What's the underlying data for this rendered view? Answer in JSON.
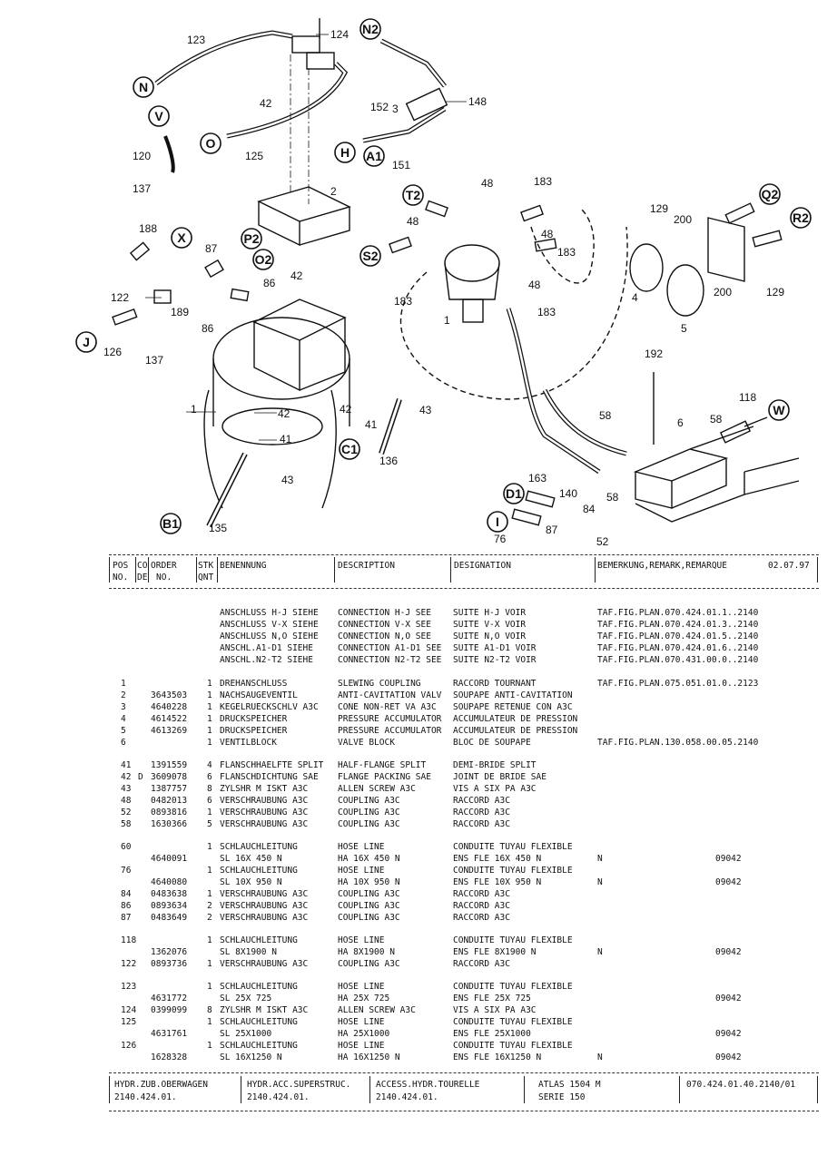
{
  "diagram": {
    "circle_labels": [
      "N",
      "V",
      "O",
      "N2",
      "H",
      "A1",
      "T2",
      "S2",
      "Q2",
      "R2",
      "X",
      "P2",
      "O2",
      "J",
      "C1",
      "B1",
      "W",
      "D1",
      "I"
    ],
    "numbers": [
      "123",
      "124",
      "42",
      "125",
      "120",
      "137",
      "152",
      "3",
      "148",
      "151",
      "2",
      "188",
      "87",
      "86",
      "42",
      "122",
      "189",
      "86",
      "126",
      "137",
      "1",
      "42",
      "41",
      "43",
      "42",
      "41",
      "43",
      "136",
      "135",
      "48",
      "183",
      "48",
      "48",
      "183",
      "48",
      "183",
      "183",
      "1",
      "129",
      "200",
      "4",
      "200",
      "129",
      "5",
      "192",
      "118",
      "58",
      "58",
      "6",
      "58",
      "163",
      "140",
      "84",
      "87",
      "76",
      "52"
    ]
  },
  "header": {
    "pos": "POS",
    "no": "NO.",
    "co": "CO",
    "de": "DE",
    "order": "ORDER",
    "order_no": "NO.",
    "stk": "STK",
    "qnt": "QNT",
    "benennung": "BENENNUNG",
    "description": "DESCRIPTION",
    "designation": "DESIGNATION",
    "remark": "BEMERKUNG,REMARK,REMARQUE",
    "date": "02.07.97"
  },
  "refs": [
    {
      "de": "ANSCHLUSS H-J SIEHE",
      "en": "CONNECTION H-J SEE",
      "fr": "SUITE H-J VOIR",
      "rem": "TAF.FIG.PLAN.070.424.01.1..2140"
    },
    {
      "de": "ANSCHLUSS V-X SIEHE",
      "en": "CONNECTION V-X SEE",
      "fr": "SUITE V-X VOIR",
      "rem": "TAF.FIG.PLAN.070.424.01.3..2140"
    },
    {
      "de": "ANSCHLUSS N,O SIEHE",
      "en": "CONNECTION N,O SEE",
      "fr": "SUITE N,O VOIR",
      "rem": "TAF.FIG.PLAN.070.424.01.5..2140"
    },
    {
      "de": "ANSCHL.A1-D1 SIEHE",
      "en": "CONNECTION A1-D1 SEE",
      "fr": "SUITE A1-D1 VOIR",
      "rem": "TAF.FIG.PLAN.070.424.01.6..2140"
    },
    {
      "de": "ANSCHL.N2-T2 SIEHE",
      "en": "CONNECTION N2-T2 SEE",
      "fr": "SUITE N2-T2 VOIR",
      "rem": "TAF.FIG.PLAN.070.431.00.0..2140"
    }
  ],
  "groups": [
    [
      {
        "pos": "1",
        "co": "",
        "order": "",
        "qty": "1",
        "de": "DREHANSCHLUSS",
        "en": "SLEWING COUPLING",
        "fr": "RACCORD TOURNANT",
        "rem": "TAF.FIG.PLAN.075.051.01.0..2123",
        "code": ""
      },
      {
        "pos": "2",
        "co": "",
        "order": "3643503",
        "qty": "1",
        "de": "NACHSAUGEVENTIL",
        "en": "ANTI-CAVITATION VALV",
        "fr": "SOUPAPE ANTI-CAVITATION",
        "rem": "",
        "code": ""
      },
      {
        "pos": "3",
        "co": "",
        "order": "4640228",
        "qty": "1",
        "de": "KEGELRUECKSCHLV A3C",
        "en": "CONE NON-RET VA A3C",
        "fr": "SOUPAPE RETENUE CON A3C",
        "rem": "",
        "code": ""
      },
      {
        "pos": "4",
        "co": "",
        "order": "4614522",
        "qty": "1",
        "de": "DRUCKSPEICHER",
        "en": "PRESSURE ACCUMULATOR",
        "fr": "ACCUMULATEUR DE PRESSION",
        "rem": "",
        "code": ""
      },
      {
        "pos": "5",
        "co": "",
        "order": "4613269",
        "qty": "1",
        "de": "DRUCKSPEICHER",
        "en": "PRESSURE ACCUMULATOR",
        "fr": "ACCUMULATEUR DE PRESSION",
        "rem": "",
        "code": ""
      },
      {
        "pos": "6",
        "co": "",
        "order": "",
        "qty": "1",
        "de": "VENTILBLOCK",
        "en": "VALVE BLOCK",
        "fr": "BLOC DE SOUPAPE",
        "rem": "TAF.FIG.PLAN.130.058.00.05.2140",
        "code": ""
      }
    ],
    [
      {
        "pos": "41",
        "co": "",
        "order": "1391559",
        "qty": "4",
        "de": "FLANSCHHAELFTE SPLIT",
        "en": "HALF-FLANGE SPLIT",
        "fr": "DEMI-BRIDE SPLIT",
        "rem": "",
        "code": ""
      },
      {
        "pos": "42",
        "co": "D",
        "order": "3609078",
        "qty": "6",
        "de": "FLANSCHDICHTUNG SAE",
        "en": "FLANGE PACKING SAE",
        "fr": "JOINT DE BRIDE SAE",
        "rem": "",
        "code": ""
      },
      {
        "pos": "43",
        "co": "",
        "order": "1387757",
        "qty": "8",
        "de": "ZYLSHR M ISKT A3C",
        "en": "ALLEN SCREW A3C",
        "fr": "VIS A SIX PA A3C",
        "rem": "",
        "code": ""
      },
      {
        "pos": "48",
        "co": "",
        "order": "0482013",
        "qty": "6",
        "de": "VERSCHRAUBUNG A3C",
        "en": "COUPLING A3C",
        "fr": "RACCORD A3C",
        "rem": "",
        "code": ""
      },
      {
        "pos": "52",
        "co": "",
        "order": "0893816",
        "qty": "1",
        "de": "VERSCHRAUBUNG A3C",
        "en": "COUPLING A3C",
        "fr": "RACCORD A3C",
        "rem": "",
        "code": ""
      },
      {
        "pos": "58",
        "co": "",
        "order": "1630366",
        "qty": "5",
        "de": "VERSCHRAUBUNG A3C",
        "en": "COUPLING A3C",
        "fr": "RACCORD A3C",
        "rem": "",
        "code": ""
      }
    ],
    [
      {
        "pos": "60",
        "co": "",
        "order": "",
        "qty": "1",
        "de": "SCHLAUCHLEITUNG",
        "en": "HOSE LINE",
        "fr": "CONDUITE TUYAU FLEXIBLE",
        "rem": "",
        "code": ""
      },
      {
        "pos": "",
        "co": "",
        "order": "4640091",
        "qty": "",
        "de": " SL 16X 450 N",
        "en": "HA 16X 450 N",
        "fr": "ENS FLE 16X 450 N",
        "rem": "N",
        "code": "09042"
      },
      {
        "pos": "76",
        "co": "",
        "order": "",
        "qty": "1",
        "de": "SCHLAUCHLEITUNG",
        "en": "HOSE LINE",
        "fr": "CONDUITE TUYAU FLEXIBLE",
        "rem": "",
        "code": ""
      },
      {
        "pos": "",
        "co": "",
        "order": "4640080",
        "qty": "",
        "de": " SL 10X 950 N",
        "en": "HA 10X 950 N",
        "fr": "ENS FLE 10X 950 N",
        "rem": "N",
        "code": "09042"
      },
      {
        "pos": "84",
        "co": "",
        "order": "0483638",
        "qty": "1",
        "de": "VERSCHRAUBUNG A3C",
        "en": "COUPLING A3C",
        "fr": "RACCORD A3C",
        "rem": "",
        "code": ""
      },
      {
        "pos": "86",
        "co": "",
        "order": "0893634",
        "qty": "2",
        "de": "VERSCHRAUBUNG A3C",
        "en": "COUPLING A3C",
        "fr": "RACCORD A3C",
        "rem": "",
        "code": ""
      },
      {
        "pos": "87",
        "co": "",
        "order": "0483649",
        "qty": "2",
        "de": "VERSCHRAUBUNG A3C",
        "en": "COUPLING A3C",
        "fr": "RACCORD A3C",
        "rem": "",
        "code": ""
      }
    ],
    [
      {
        "pos": "118",
        "co": "",
        "order": "",
        "qty": "1",
        "de": "SCHLAUCHLEITUNG",
        "en": "HOSE LINE",
        "fr": "CONDUITE TUYAU FLEXIBLE",
        "rem": "",
        "code": ""
      },
      {
        "pos": "",
        "co": "",
        "order": "1362076",
        "qty": "",
        "de": " SL  8X1900 N",
        "en": "HA  8X1900 N",
        "fr": "ENS FLE  8X1900 N",
        "rem": "N",
        "code": "09042"
      },
      {
        "pos": "122",
        "co": "",
        "order": "0893736",
        "qty": "1",
        "de": "VERSCHRAUBUNG A3C",
        "en": "COUPLING A3C",
        "fr": "RACCORD A3C",
        "rem": "",
        "code": ""
      }
    ],
    [
      {
        "pos": "123",
        "co": "",
        "order": "",
        "qty": "1",
        "de": "SCHLAUCHLEITUNG",
        "en": "HOSE LINE",
        "fr": "CONDUITE TUYAU FLEXIBLE",
        "rem": "",
        "code": ""
      },
      {
        "pos": "",
        "co": "",
        "order": "4631772",
        "qty": "",
        "de": " SL 25X 725",
        "en": "HA 25X 725",
        "fr": "ENS FLE 25X 725",
        "rem": "",
        "code": "09042"
      },
      {
        "pos": "124",
        "co": "",
        "order": "0399099",
        "qty": "8",
        "de": "ZYLSHR M ISKT A3C",
        "en": "ALLEN SCREW A3C",
        "fr": "VIS A SIX PA A3C",
        "rem": "",
        "code": ""
      },
      {
        "pos": "125",
        "co": "",
        "order": "",
        "qty": "1",
        "de": "SCHLAUCHLEITUNG",
        "en": "HOSE LINE",
        "fr": "CONDUITE TUYAU FLEXIBLE",
        "rem": "",
        "code": ""
      },
      {
        "pos": "",
        "co": "",
        "order": "4631761",
        "qty": "",
        "de": " SL 25X1000",
        "en": "HA 25X1000",
        "fr": "ENS FLE 25X1000",
        "rem": "",
        "code": "09042"
      },
      {
        "pos": "126",
        "co": "",
        "order": "",
        "qty": "1",
        "de": "SCHLAUCHLEITUNG",
        "en": "HOSE LINE",
        "fr": "CONDUITE TUYAU FLEXIBLE",
        "rem": "",
        "code": ""
      },
      {
        "pos": "",
        "co": "",
        "order": "1628328",
        "qty": "",
        "de": " SL 16X1250 N",
        "en": "HA 16X1250 N",
        "fr": "ENS FLE 16X1250 N",
        "rem": "N",
        "code": "09042"
      }
    ]
  ],
  "footer": {
    "de_1": "HYDR.ZUB.OBERWAGEN",
    "de_2": "2140.424.01.",
    "en_1": "HYDR.ACC.SUPERSTRUC.",
    "en_2": "2140.424.01.",
    "fr_1": "ACCESS.HYDR.TOURELLE",
    "fr_2": "2140.424.01.",
    "model_1": "ATLAS 1504 M",
    "model_2": "SERIE 150",
    "plan": "070.424.01.40.2140/01"
  }
}
